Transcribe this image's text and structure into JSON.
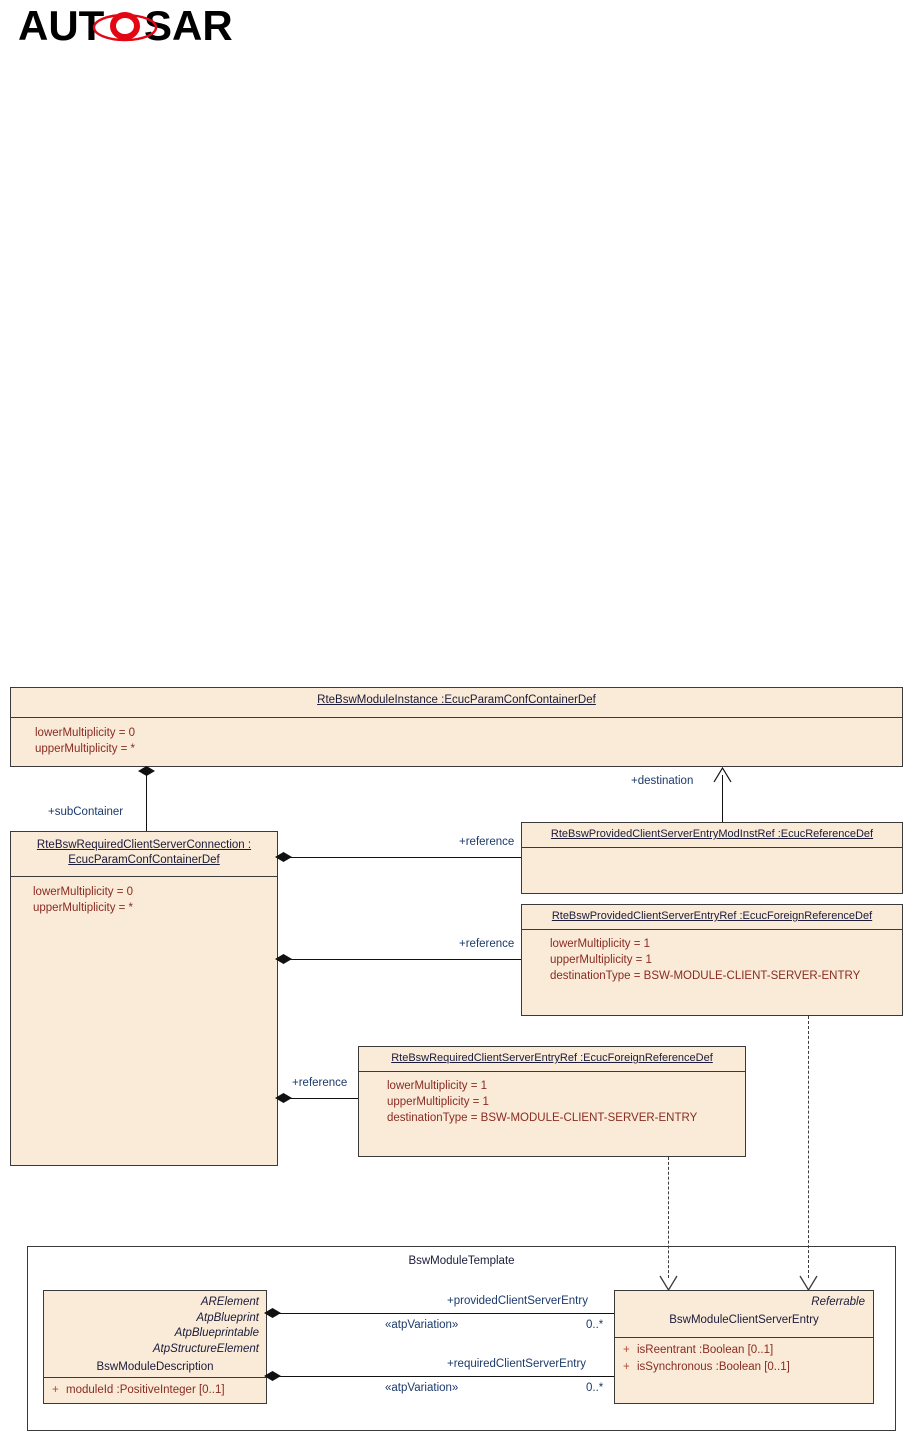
{
  "logo": {
    "text_before": "AUT",
    "text_after": "SAR",
    "accent_color": "#e30613",
    "name": "autosar-logo"
  },
  "diagram": {
    "type": "uml-class-diagram",
    "boxes": {
      "rte_bsw_module_instance": {
        "title": "RteBswModuleInstance :EcucParamConfContainerDef",
        "attributes": [
          "lowerMultiplicity = 0",
          "upperMultiplicity = *"
        ]
      },
      "rte_bsw_required_client_server_connection": {
        "title_line1": "RteBswRequiredClientServerConnection :",
        "title_line2": "EcucParamConfContainerDef",
        "attributes": [
          "lowerMultiplicity = 0",
          "upperMultiplicity = *"
        ]
      },
      "rte_bsw_provided_cs_entry_mod_inst_ref": {
        "title": "RteBswProvidedClientServerEntryModInstRef :EcucReferenceDef",
        "attributes": []
      },
      "rte_bsw_provided_cs_entry_ref": {
        "title": "RteBswProvidedClientServerEntryRef :EcucForeignReferenceDef",
        "attributes": [
          "lowerMultiplicity = 1",
          "upperMultiplicity = 1",
          "destinationType = BSW-MODULE-CLIENT-SERVER-ENTRY"
        ]
      },
      "rte_bsw_required_cs_entry_ref": {
        "title": "RteBswRequiredClientServerEntryRef :EcucForeignReferenceDef",
        "attributes": [
          "lowerMultiplicity = 1",
          "upperMultiplicity = 1",
          "destinationType = BSW-MODULE-CLIENT-SERVER-ENTRY"
        ]
      }
    },
    "connector_labels": {
      "sub_container": "+subContainer",
      "destination": "+destination",
      "reference_1": "+reference",
      "reference_2": "+reference",
      "reference_3": "+reference"
    },
    "package": {
      "name": "BswModuleTemplate",
      "classes": {
        "bsw_module_description": {
          "stereotypes": [
            "ARElement",
            "AtpBlueprint",
            "AtpBlueprintable",
            "AtpStructureElement"
          ],
          "name": "BswModuleDescription",
          "attributes": [
            {
              "visibility": "+",
              "text": "moduleId  :PositiveInteger [0..1]"
            }
          ]
        },
        "bsw_module_client_server_entry": {
          "stereotypes": [
            "Referrable"
          ],
          "name": "BswModuleClientServerEntry",
          "attributes": [
            {
              "visibility": "+",
              "text": "isReentrant  :Boolean [0..1]"
            },
            {
              "visibility": "+",
              "text": "isSynchronous  :Boolean [0..1]"
            }
          ]
        }
      },
      "associations": [
        {
          "role": "+providedClientServerEntry",
          "stereotype": "«atpVariation»",
          "multiplicity": "0..*"
        },
        {
          "role": "+requiredClientServerEntry",
          "stereotype": "«atpVariation»",
          "multiplicity": "0..*"
        }
      ]
    }
  },
  "colors": {
    "box_fill": "#faebd9",
    "box_border": "#3a3a3a",
    "title_text": "#1b1b3a",
    "attribute_text": "#8a2b22",
    "label_text": "#1b3a6b"
  }
}
